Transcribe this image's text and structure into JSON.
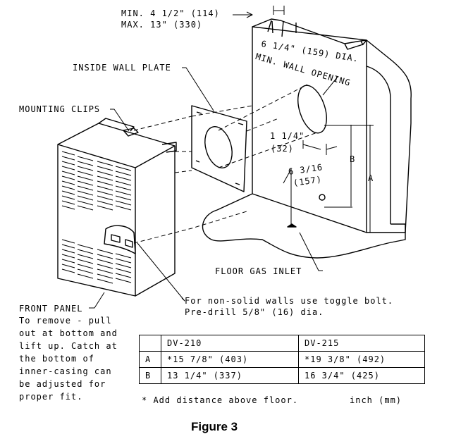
{
  "labels": {
    "min_offset": "MIN. 4 1/2\" (114)",
    "max_offset": "MAX. 13\" (330)",
    "inside_wall_plate": "INSIDE WALL PLATE",
    "mounting_clips": "MOUNTING CLIPS",
    "opening_1": "6 1/4\" (159) DIA.",
    "opening_2": "MIN. WALL OPENING",
    "dim_114_1": "1 1/4\"",
    "dim_114_2": "(32)",
    "dim_b": "B",
    "dim_a": "A",
    "dim_6316_1": "6 3/16",
    "dim_6316_2": "(157)",
    "floor_gas_inlet": "FLOOR GAS INLET",
    "toggle_1": "For non-solid walls use toggle bolt.",
    "toggle_2": "Pre-drill 5/8\" (16) dia.",
    "front_panel": "FRONT PANEL",
    "remove_1": "To remove - pull",
    "remove_2": "out at bottom and",
    "remove_3": "lift up. Catch at",
    "remove_4": "the bottom of",
    "remove_5": "inner-casing can",
    "remove_6": "be adjusted for",
    "remove_7": "proper fit."
  },
  "table": {
    "col1": "DV-210",
    "col2": "DV-215",
    "rowA": {
      "label": "A",
      "v1": "*15 7/8\" (403)",
      "v2": "*19 3/8\" (492)"
    },
    "rowB": {
      "label": "B",
      "v1": "13 1/4\" (337)",
      "v2": "16 3/4\" (425)"
    }
  },
  "footnote": "* Add distance above floor.",
  "units": "inch (mm)",
  "caption": "Figure 3"
}
